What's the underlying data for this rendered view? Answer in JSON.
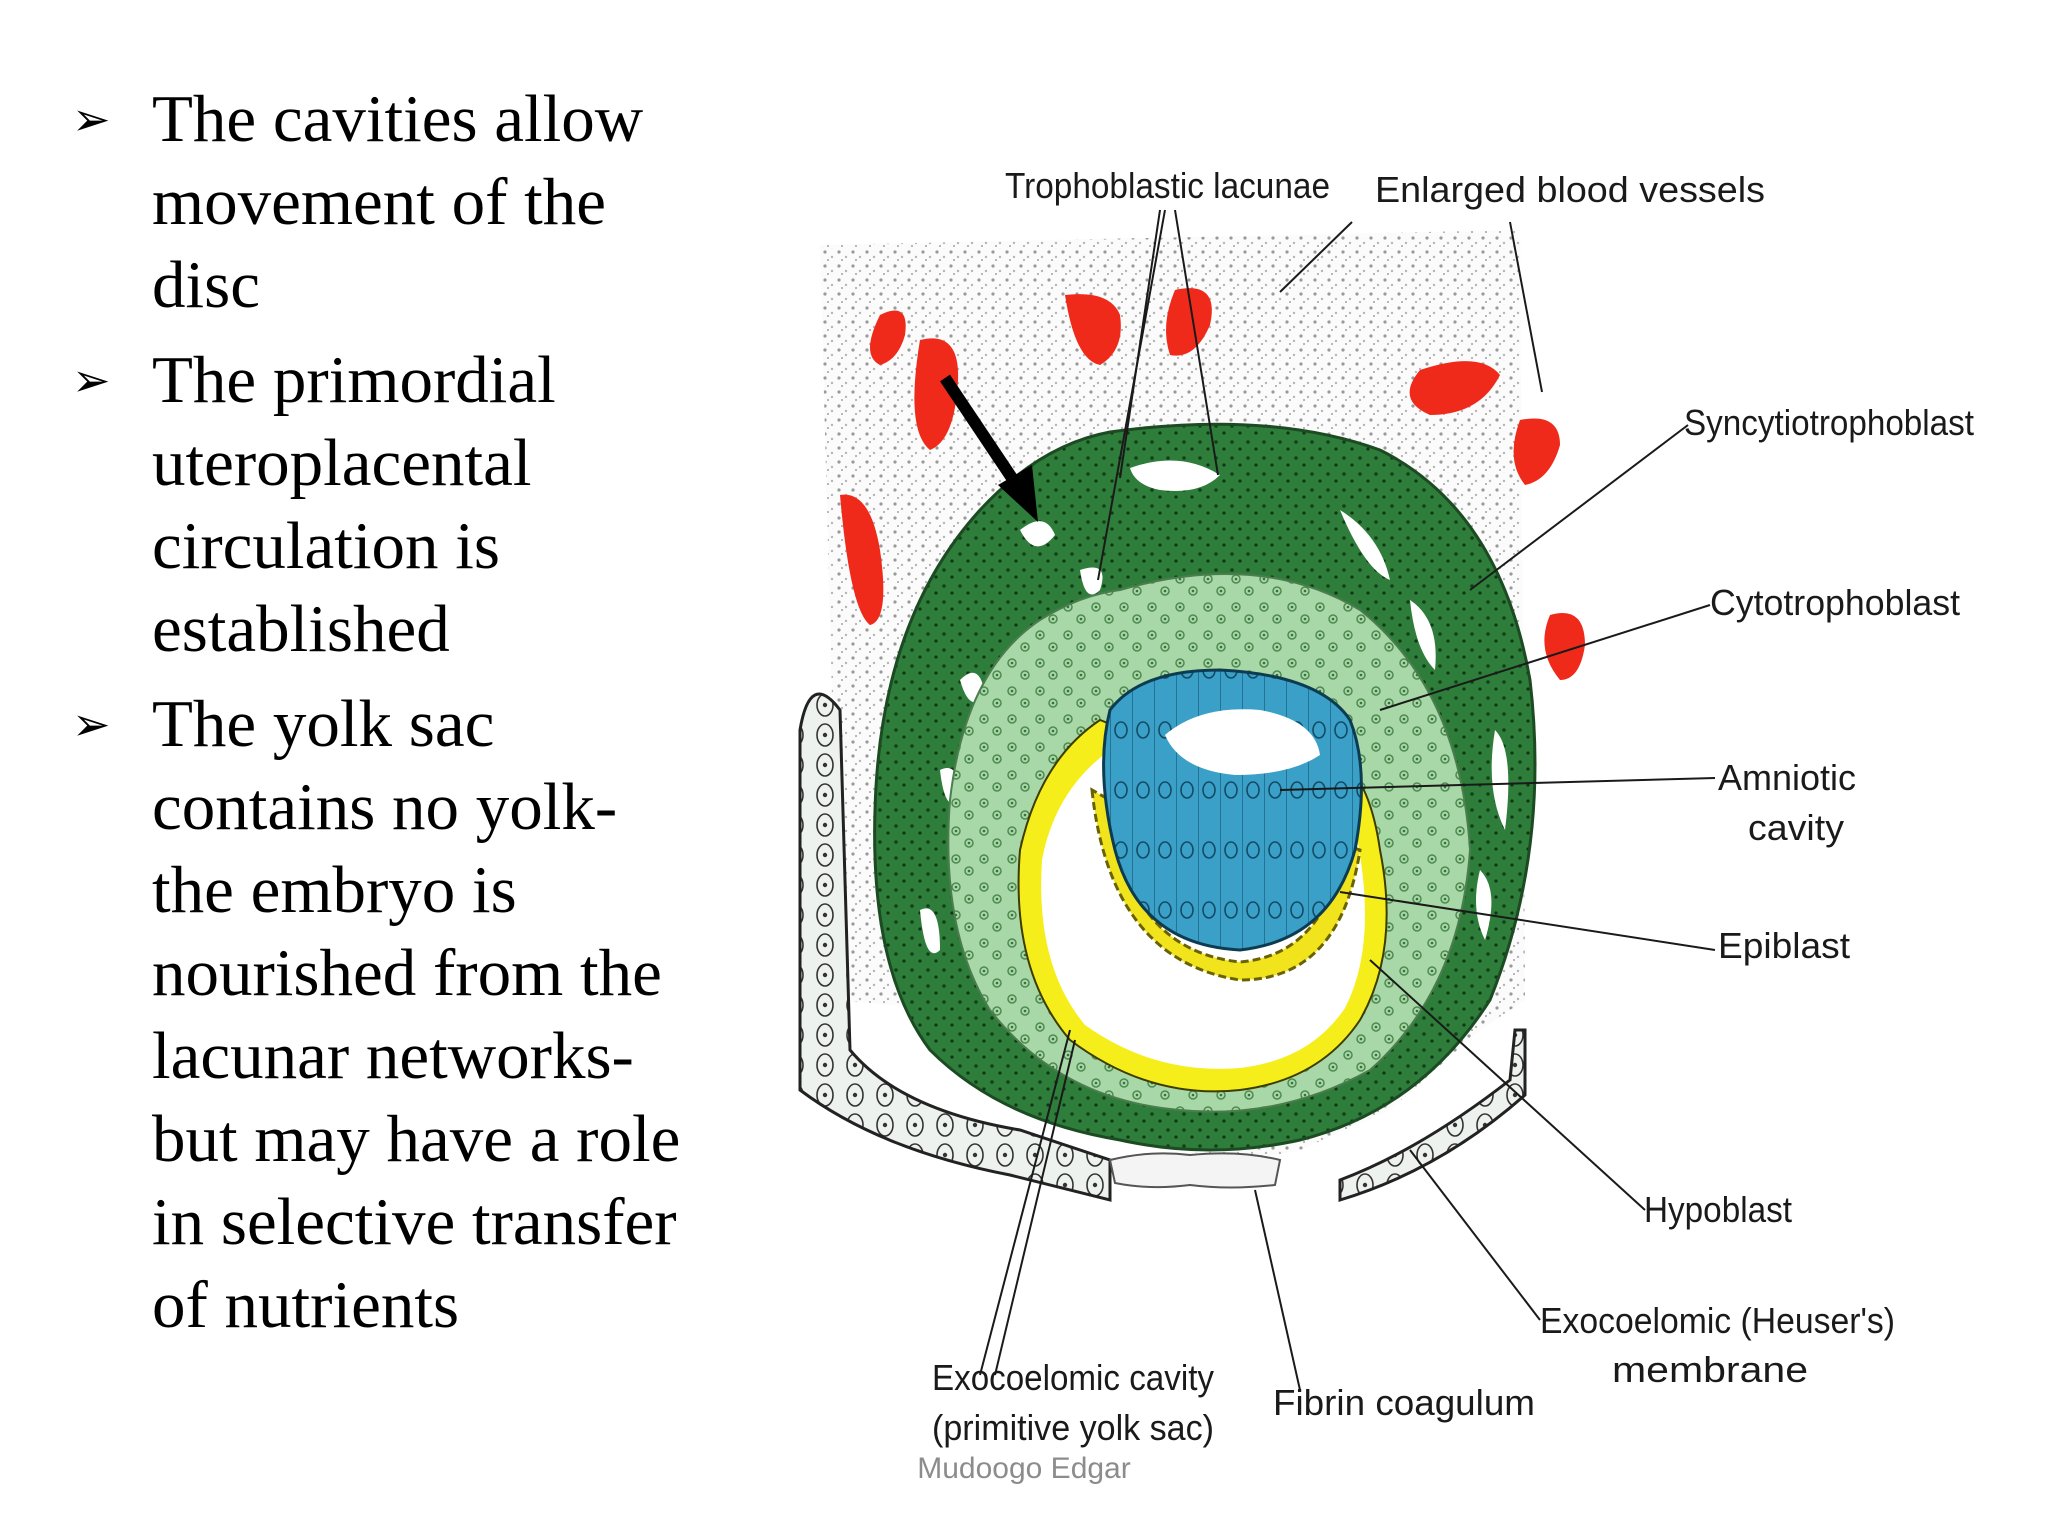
{
  "slide": {
    "bullets": [
      {
        "text": "The cavities allow movement of the disc"
      },
      {
        "text": "The primordial uteroplacental circulation is established"
      },
      {
        "text": "The yolk sac contains no yolk- the embryo is nourished from the lacunar networks- but may have a role in selective transfer of nutrients"
      }
    ],
    "footer": "Mudoogo Edgar"
  },
  "diagram": {
    "labels": {
      "trophoblastic_lacunae": "Trophoblastic lacunae",
      "enlarged_blood_vessels": "Enlarged blood vessels",
      "syncytiotrophoblast": "Syncytiotrophoblast",
      "cytotrophoblast": "Cytotrophoblast",
      "amniotic_line1": "Amniotic",
      "amniotic_line2": "cavity",
      "epiblast": "Epiblast",
      "hypoblast": "Hypoblast",
      "exocoelomic_membrane_line1": "Exocoelomic (Heuser's)",
      "exocoelomic_membrane_line2": "membrane",
      "fibrin_coagulum": "Fibrin coagulum",
      "exocoelomic_cavity_line1": "Exocoelomic cavity",
      "exocoelomic_cavity_line2": "(primitive yolk sac)"
    },
    "colors": {
      "syncytiotrophoblast": "#2e7d3a",
      "cytotrophoblast": "#a9d8a8",
      "epiblast": "#3aa0c8",
      "hypoblast": "#f2e41c",
      "heuser_membrane": "#f5ee1a",
      "blood_vessels": "#ef2a1a",
      "stroma_dots": "#9a9a9a"
    }
  }
}
